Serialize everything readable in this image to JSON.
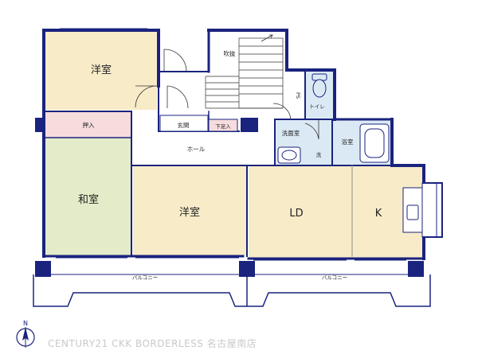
{
  "rooms": {
    "western_room_top": "洋室",
    "oshiire": "押入",
    "washitsu": "和室",
    "western_room_center": "洋室",
    "ld": "LD",
    "kitchen": "K",
    "hall": "ホール",
    "genkan": "玄関",
    "shoes_box": "下足入",
    "fukinuke": "吹抜",
    "ps": "PS",
    "toilet": "トイレ",
    "washroom": "洗面室",
    "laundry": "洗",
    "bathroom": "浴室"
  },
  "balconies": {
    "left": "バルコニー",
    "right": "バルコニー"
  },
  "compass": {
    "letter": "N"
  },
  "watermark": {
    "text": "CENTURY21 CKK BORDERLESS  名古屋南店"
  },
  "colors": {
    "wall": "#1a237e",
    "western_floor": "#f8ebc8",
    "washitsu_floor": "#e3ebc8",
    "closet_floor": "#f6dcdc",
    "wet_area_floor": "#dbe9f5"
  }
}
